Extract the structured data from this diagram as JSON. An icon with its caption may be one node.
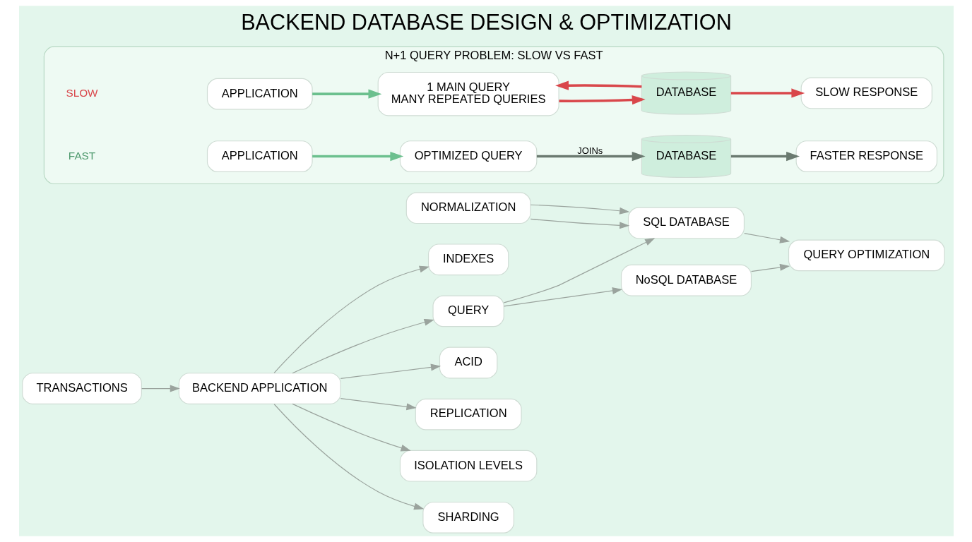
{
  "diagram": {
    "title": "BACKEND DATABASE DESIGN & OPTIMIZATION",
    "nodes": [
      {
        "text": [
          "INDEXES"
        ]
      },
      {
        "text": [
          "TRANSACTIONS"
        ]
      },
      {
        "text": [
          "NORMALIZATION"
        ]
      },
      {
        "text": [
          "BACKEND APPLICATION"
        ]
      },
      {
        "text": [
          "QUERY"
        ]
      },
      {
        "text": [
          "SQL DATABASE"
        ]
      },
      {
        "text": [
          "NoSQL DATABASE"
        ]
      },
      {
        "text": [
          "QUERY OPTIMIZATION"
        ]
      },
      {
        "text": [
          "ACID"
        ]
      },
      {
        "text": [
          "REPLICATION"
        ]
      },
      {
        "text": [
          "ISOLATION LEVELS"
        ]
      },
      {
        "text": [
          "SHARDING"
        ]
      },
      {
        "text": [
          "N+1 QUERY PROBLEM: SLOW VS FAST"
        ]
      },
      {
        "text": [
          "APPLICATION"
        ],
        "in": 12
      },
      {
        "text": [
          "1 MAIN QUERY",
          "MANY REPEATED QUERIES"
        ],
        "in": 12
      },
      {
        "text": [
          "DATABASE"
        ],
        "in": 12
      },
      {
        "text": [
          "SLOW RESPONSE"
        ],
        "in": 12
      },
      {
        "text": [
          "APPLICATION"
        ],
        "in": 12
      },
      {
        "text": [
          "OPTIMIZED QUERY"
        ],
        "in": 12
      },
      {
        "text": [
          "DATABASE"
        ],
        "in": 12
      },
      {
        "text": [
          "FASTER RESPONSE"
        ],
        "in": 12
      }
    ],
    "edges": [
      {
        "from": 3,
        "to": 0,
        "arrow": "to"
      },
      {
        "from": 1,
        "to": 3,
        "arrow": "to"
      },
      {
        "from": 3,
        "to": 4,
        "arrow": "to"
      },
      {
        "from": 4,
        "to": 5,
        "arrow": "to"
      },
      {
        "from": 4,
        "to": 6,
        "arrow": "to"
      },
      {
        "from": 2,
        "to": 5,
        "arrow": "to"
      },
      {
        "from": 2,
        "to": 5,
        "arrow": "to"
      },
      {
        "from": 5,
        "to": 7,
        "arrow": "to"
      },
      {
        "from": 6,
        "to": 7,
        "arrow": "to"
      },
      {
        "from": 3,
        "to": 8,
        "arrow": "to"
      },
      {
        "from": 3,
        "to": 9,
        "arrow": "to"
      },
      {
        "from": 3,
        "to": 10,
        "arrow": "to"
      },
      {
        "from": 3,
        "to": 11,
        "arrow": "to"
      },
      {
        "from": 13,
        "to": 14,
        "arrow": "to",
        "style": "thick",
        "color": "#6cc08e"
      },
      {
        "from": 14,
        "to": 15,
        "arrow": "to",
        "style": "thick",
        "color": "#d9474b"
      },
      {
        "from": 15,
        "to": 14,
        "arrow": "to",
        "style": "thick",
        "color": "#d9474b"
      },
      {
        "from": 15,
        "to": 16,
        "arrow": "to",
        "style": "thick",
        "color": "#d9474b"
      },
      {
        "from": 17,
        "to": 18,
        "arrow": "to",
        "style": "thick",
        "color": "#6cc08e"
      },
      {
        "from": 18,
        "to": 19,
        "arrow": "to",
        "label": "JOINs",
        "style": "thick",
        "color": "#6b7a70"
      },
      {
        "from": 19,
        "to": 20,
        "arrow": "to",
        "style": "thick",
        "color": "#6b7a70"
      }
    ],
    "labels": [
      "SLOW",
      "FAST"
    ]
  }
}
